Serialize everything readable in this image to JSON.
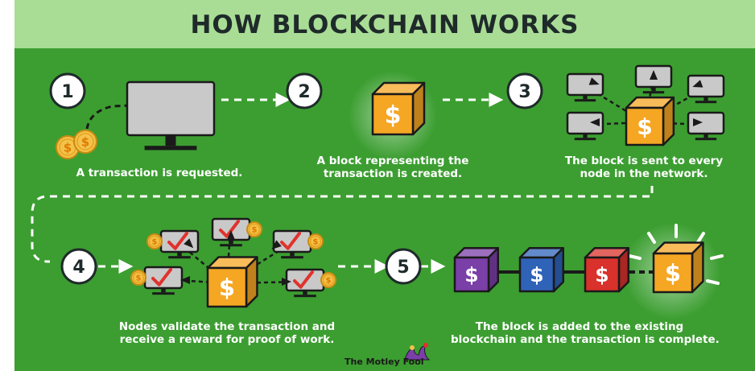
{
  "title": "HOW BLOCKCHAIN WORKS",
  "steps": [
    {
      "number": "1",
      "caption_lines": [
        "A transaction is requested."
      ]
    },
    {
      "number": "2",
      "caption_lines": [
        "A block representing the",
        "transaction is created."
      ]
    },
    {
      "number": "3",
      "caption_lines": [
        "The block is sent to every",
        "node in the network."
      ]
    },
    {
      "number": "4",
      "caption_lines": [
        "Nodes validate the transaction and",
        "receive a reward for proof of work."
      ]
    },
    {
      "number": "5",
      "caption_lines": [
        "The block is added to the existing",
        "blockchain and the transaction is complete."
      ]
    }
  ],
  "brand": "The Motley Fool",
  "currency_symbol": "$",
  "colors": {
    "background_green": "#3c9e31",
    "title_bar": "#a9dd96",
    "block_orange": "#f5a623",
    "block_purple": "#7b3fa8",
    "block_blue": "#2f63b8",
    "block_red": "#d9312b",
    "check_red": "#e0322c",
    "coin_gold": "#f3c24a"
  },
  "icons": [
    "coin-icon",
    "computer-monitor-icon",
    "block-cube-icon",
    "checkmark-icon",
    "arrow-cursor-icon",
    "jester-hat-logo-icon"
  ]
}
